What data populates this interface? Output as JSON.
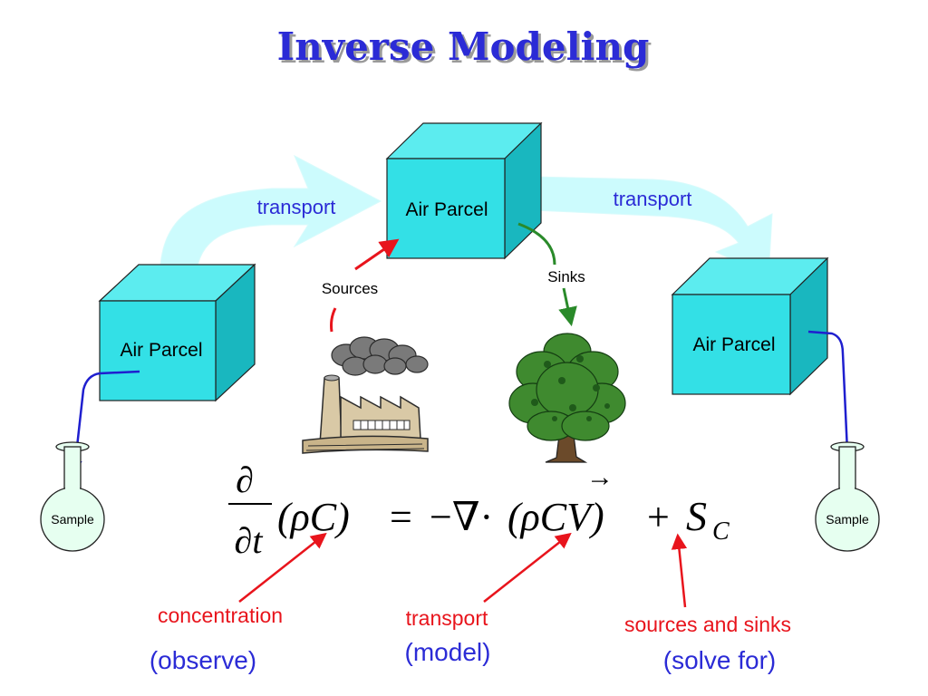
{
  "title": "Inverse Modeling",
  "parcels": {
    "left": "Air Parcel",
    "center": "Air Parcel",
    "right": "Air Parcel"
  },
  "arrows": {
    "transport_left": "transport",
    "transport_right": "transport",
    "sources": "Sources",
    "sinks": "Sinks"
  },
  "samples": {
    "left": "Sample",
    "right": "Sample"
  },
  "equation": {
    "lhs_partial": "∂",
    "lhs_dt": "∂t",
    "rho_c": "(ρC)",
    "equals": "=",
    "minus_nabla_dot": "−∇·",
    "transport_term": "(ρCV)",
    "vector_arrow": "→",
    "plus": "+",
    "source_s": "S",
    "source_sub": "C"
  },
  "annotations": {
    "concentration": "concentration",
    "observe": "(observe)",
    "transport": "transport",
    "model": "(model)",
    "sources_and_sinks": "sources and sinks",
    "solve_for": "(solve for)"
  },
  "colors": {
    "title": "#2b2bd6",
    "cube_front": "#33e0e6",
    "cube_top": "#5cecef",
    "cube_side": "#19b7bf",
    "transport_arrow": "#ccfbfd",
    "annotation_red": "#e8141c",
    "annotation_blue": "#2b2bd6",
    "sink_green": "#2a8a2a",
    "sample_line": "#1f1fcf"
  },
  "icons": {
    "source_picture": "factory-icon",
    "sink_picture": "tree-icon",
    "sample_flask": "flask-icon"
  }
}
